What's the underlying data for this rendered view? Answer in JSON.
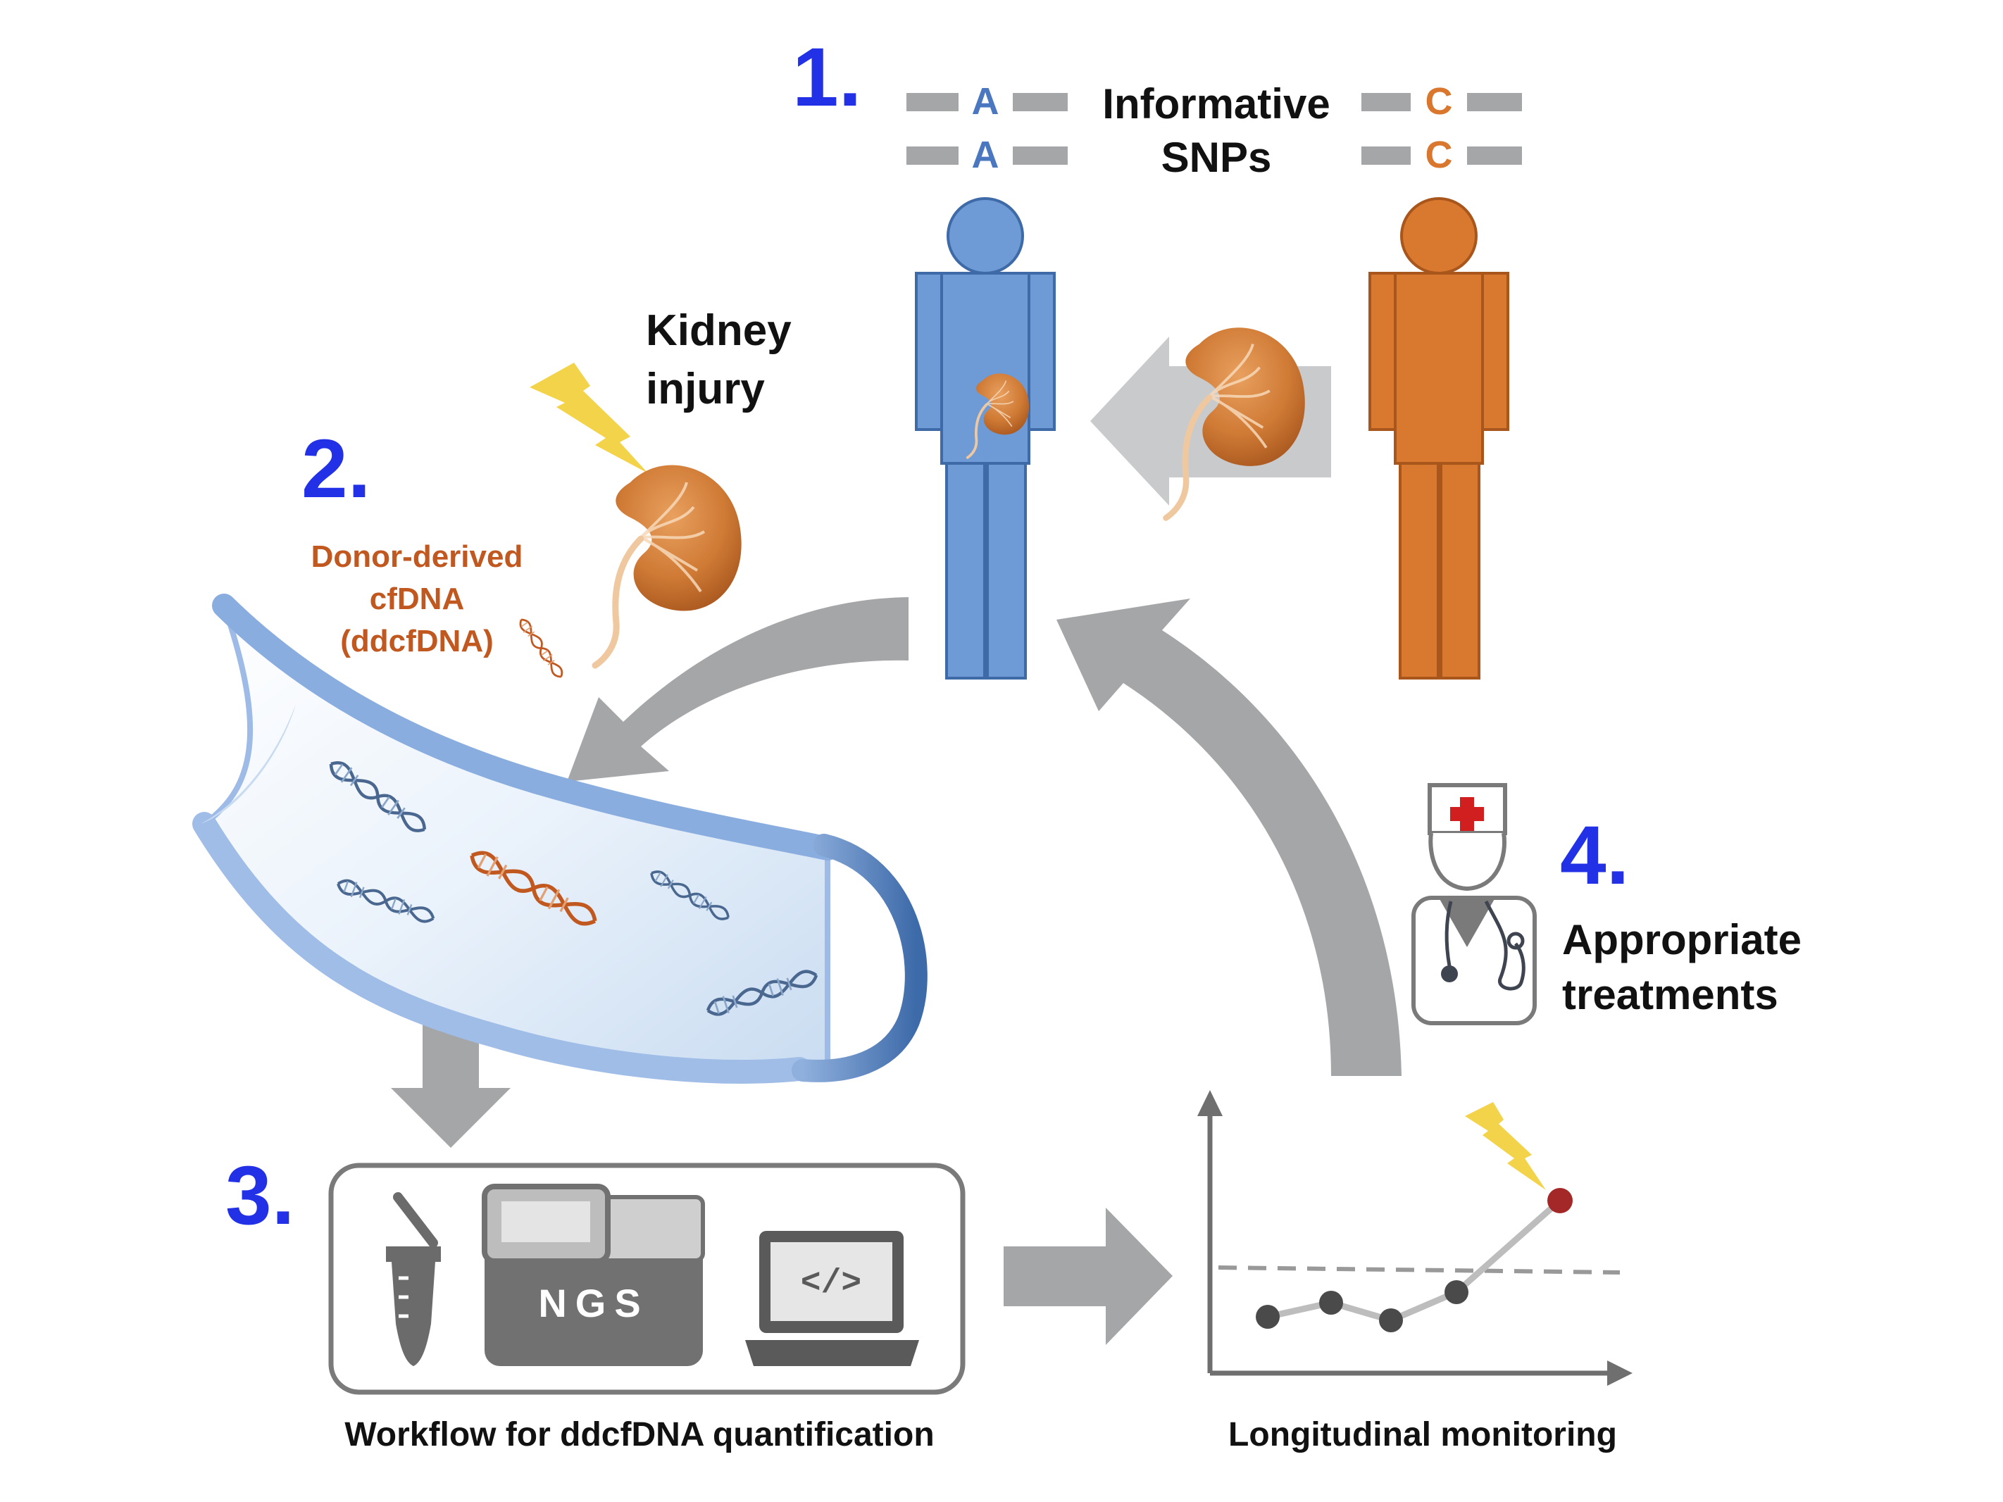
{
  "steps": {
    "step1": "1.",
    "step2": "2.",
    "step3": "3.",
    "step4": "4."
  },
  "snps": {
    "line1": "Informative",
    "line2": "SNPs",
    "recipient_allele_1": "A",
    "recipient_allele_2": "A",
    "donor_allele_1": "C",
    "donor_allele_2": "C"
  },
  "kidney_injury": {
    "line1": "Kidney",
    "line2": "injury"
  },
  "ddcfdna": {
    "line1": "Donor-derived",
    "line2": "cfDNA",
    "line3": "(ddcfDNA)"
  },
  "treatment": {
    "line1": "Appropriate",
    "line2": "treatments"
  },
  "workflow": {
    "caption": "Workflow for ddcfDNA quantification",
    "ngs_label": "NGS",
    "code_label": "</>"
  },
  "monitoring": {
    "caption": "Longitudinal monitoring"
  },
  "colors": {
    "recipient": "#6e9bd6",
    "donor": "#d9782f",
    "step_number": "#2331e6",
    "arrow": "#a5a6a8",
    "alert": "#f3d34a",
    "point_alert": "#a42828"
  },
  "icons": {
    "lightning": "lightning-icon",
    "kidney": "kidney-icon",
    "dna": "dna-icon",
    "doctor": "doctor-icon",
    "tube": "test-tube-icon",
    "sequencer": "sequencer-icon",
    "laptop": "laptop-icon"
  }
}
